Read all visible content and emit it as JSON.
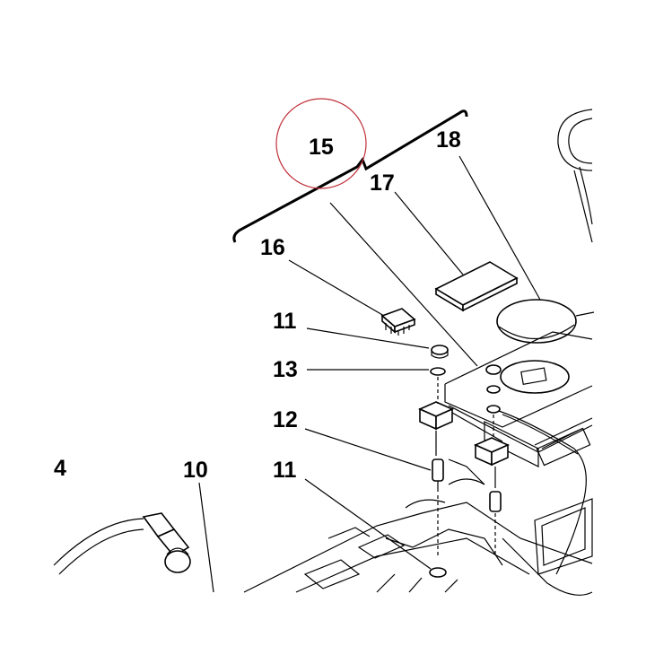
{
  "diagram": {
    "callouts": {
      "c4": "4",
      "c10": "10",
      "c11a": "11",
      "c11b": "11",
      "c12": "12",
      "c13": "13",
      "c15": "15",
      "c16": "16",
      "c17": "17",
      "c18": "18"
    },
    "highlight_color": "#c0303a"
  }
}
